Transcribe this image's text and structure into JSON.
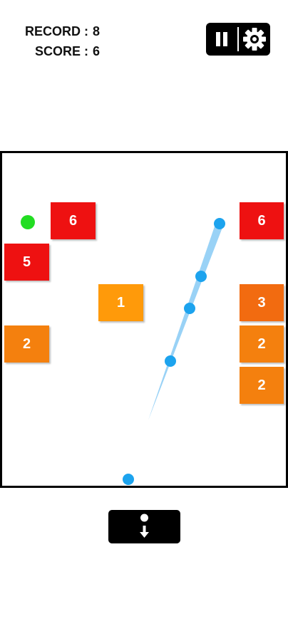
{
  "hud": {
    "record_label": "RECORD :",
    "record_value": "8",
    "score_label": "SCORE :",
    "score_value": "6"
  },
  "icons": {
    "pause": "pause-icon",
    "settings": "gear-icon",
    "drop": "ball-down-arrow-icon"
  },
  "bricks": [
    {
      "label": "6",
      "color": "#ee1111"
    },
    {
      "label": "5",
      "color": "#ee1111"
    },
    {
      "label": "1",
      "color": "#ff9a0a"
    },
    {
      "label": "2",
      "color": "#f4800e"
    },
    {
      "label": "6",
      "color": "#ee1111"
    },
    {
      "label": "3",
      "color": "#f26b10"
    },
    {
      "label": "2",
      "color": "#f4800e"
    },
    {
      "label": "2",
      "color": "#f4800e"
    }
  ],
  "colors": {
    "ball": "#1ca3ee",
    "trail": "#7fc7f4",
    "bonus_ball": "#22dd22",
    "border": "#000000"
  }
}
